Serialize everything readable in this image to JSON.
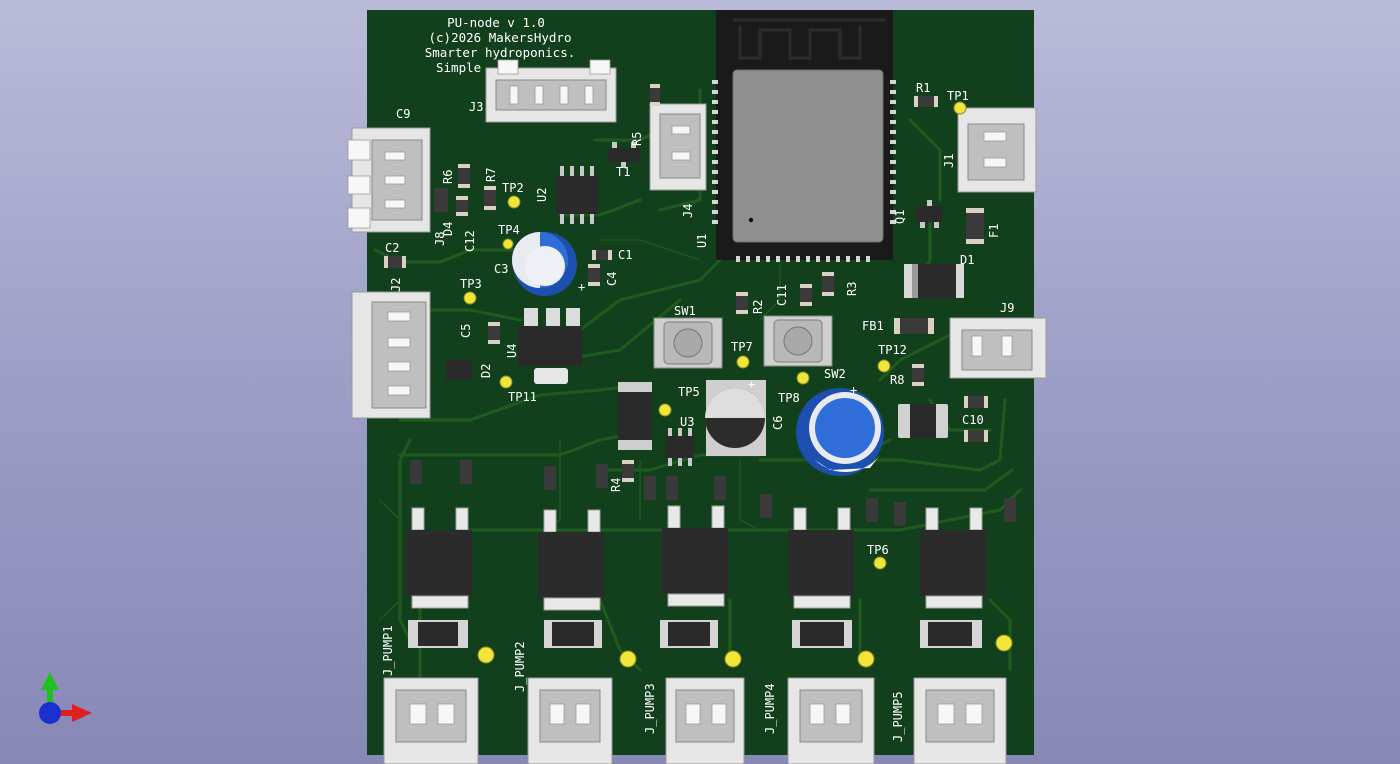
{
  "silkscreen": {
    "title_lines": [
      "PU-node v 1.0",
      "(c)2026 MakersHydro",
      "Smarter hydroponics.",
      "Simple"
    ],
    "designators": {
      "C9": "C9",
      "J3": "J3",
      "R5": "R5",
      "R1": "R1",
      "TP1": "TP1",
      "J1": "J1",
      "R6": "R6",
      "R7": "R7",
      "TP2": "TP2",
      "U2": "U2",
      "T1": "T1",
      "J4": "J4",
      "U1": "U1",
      "Q1": "Q1",
      "F1": "F1",
      "D4": "D4",
      "C12": "C12",
      "J8": "J8",
      "TP4": "TP4",
      "C3": "C3",
      "C1": "C1",
      "C4": "C4",
      "C2": "C2",
      "D1": "D1",
      "J2": "J2",
      "TP3": "TP3",
      "C5": "C5",
      "U4": "U4",
      "R2": "R2",
      "C11": "C11",
      "R3": "R3",
      "SW1": "SW1",
      "FB1": "FB1",
      "J9": "J9",
      "TP7": "TP7",
      "TP12": "TP12",
      "D2": "D2",
      "SW2": "SW2",
      "R8": "R8",
      "TP11": "TP11",
      "TP5": "TP5",
      "TP8": "TP8",
      "U3": "U3",
      "C6": "C6",
      "C10": "C10",
      "R4": "R4",
      "TP6": "TP6",
      "J_PUMP1": "J_PUMP1",
      "J_PUMP2": "J_PUMP2",
      "J_PUMP3": "J_PUMP3",
      "J_PUMP4": "J_PUMP4",
      "J_PUMP5": "J_PUMP5"
    },
    "polarity_marks": {
      "C3_plus": "+",
      "C6_plus": "+",
      "C7_plus": "+"
    }
  },
  "viewer": {
    "axis_gizmo_icon": "xyz-axis-icon",
    "colors": {
      "board": "#13401c",
      "silkscreen": "#ffffff",
      "test_point": "#f2e53a",
      "background_top": "#babbd9",
      "background_bottom": "#8788b6",
      "axis_x": "#e02020",
      "axis_y": "#20c020",
      "axis_z": "#1a2fd0"
    }
  }
}
